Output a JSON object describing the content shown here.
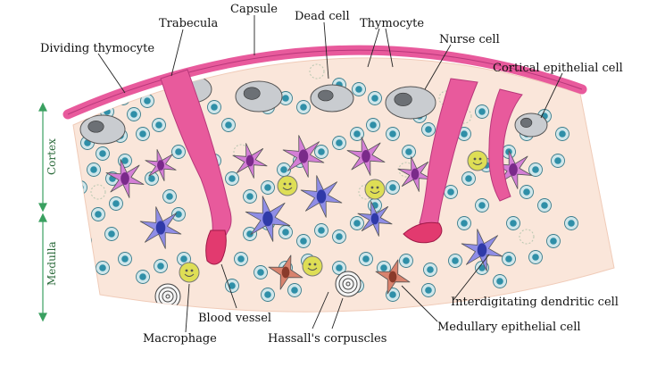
{
  "labels": {
    "capsule": "Capsule",
    "trabecula": "Trabecula",
    "dead_cell": "Dead cell",
    "thymocyte": "Thymocyte",
    "nurse_cell": "Nurse cell",
    "dividing_thymocyte": "Dividing thymocyte",
    "cortical_epithelial_cell": "Cortical epithelial cell",
    "interdigitating_dendritic_cell": "Interdigitating dendritic cell",
    "medullary_epithelial_cell": "Medullary epithelial cell",
    "blood_vessel": "Blood vessel",
    "macrophage": "Macrophage",
    "hassalls_corpuscles": "Hassall's corpuscles",
    "cortex": "Cortex",
    "medulla": "Medulla"
  },
  "colors": {
    "capsule": "#e85a9c",
    "trabecula": "#e85a9c",
    "tissue": "#fae6da",
    "thymocyte_fill": "#cfe6ea",
    "thymocyte_nucleus": "#2f8fa8",
    "nurse_cell": "#c9ccd0",
    "nurse_nucleus": "#6c7075",
    "dendritic_cortex": "#d47fd6",
    "dendritic_medulla": "#8f8de6",
    "dendritic_nucleus": "#2f3aa8",
    "medullary_epithelial": "#d9836e",
    "macrophage": "#dede55",
    "blood_vessel": "#e23a6f",
    "side_arrow": "#3aa060"
  }
}
